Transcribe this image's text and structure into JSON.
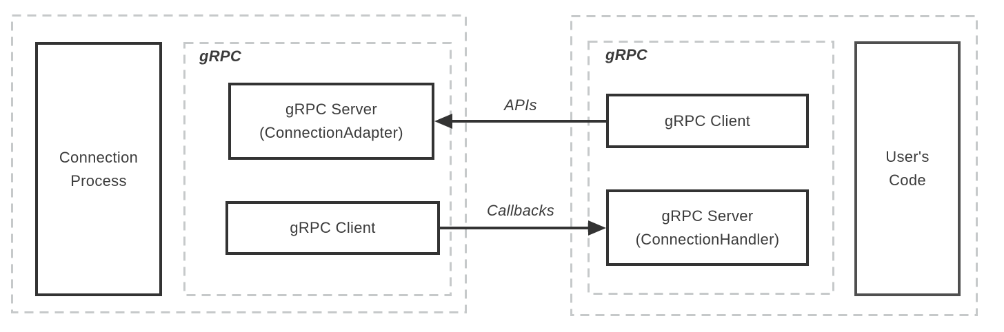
{
  "diagram": {
    "left_group": {
      "process_box": {
        "line1": "Connection",
        "line2": "Process"
      },
      "grpc_section_label": "gRPC",
      "server_box": {
        "line1": "gRPC Server",
        "line2": "(ConnectionAdapter)"
      },
      "client_box": {
        "label": "gRPC Client"
      }
    },
    "right_group": {
      "grpc_section_label": "gRPC",
      "client_box": {
        "label": "gRPC Client"
      },
      "server_box": {
        "line1": "gRPC Server",
        "line2": "(ConnectionHandler)"
      },
      "users_code_box": {
        "line1": "User's",
        "line2": "Code"
      }
    },
    "arrows": [
      {
        "label": "APIs",
        "from": "gRPC Client (right)",
        "to": "gRPC Server (ConnectionAdapter)",
        "direction": "left"
      },
      {
        "label": "Callbacks",
        "from": "gRPC Client (left)",
        "to": "gRPC Server (ConnectionHandler)",
        "direction": "right"
      }
    ],
    "colors": {
      "background": "#ffffff",
      "solid_border": "#333333",
      "users_code_border": "#4f4f4f",
      "dashed_border": "#c6c9ca",
      "text": "#3b3b3b",
      "arrow": "#333333"
    }
  }
}
